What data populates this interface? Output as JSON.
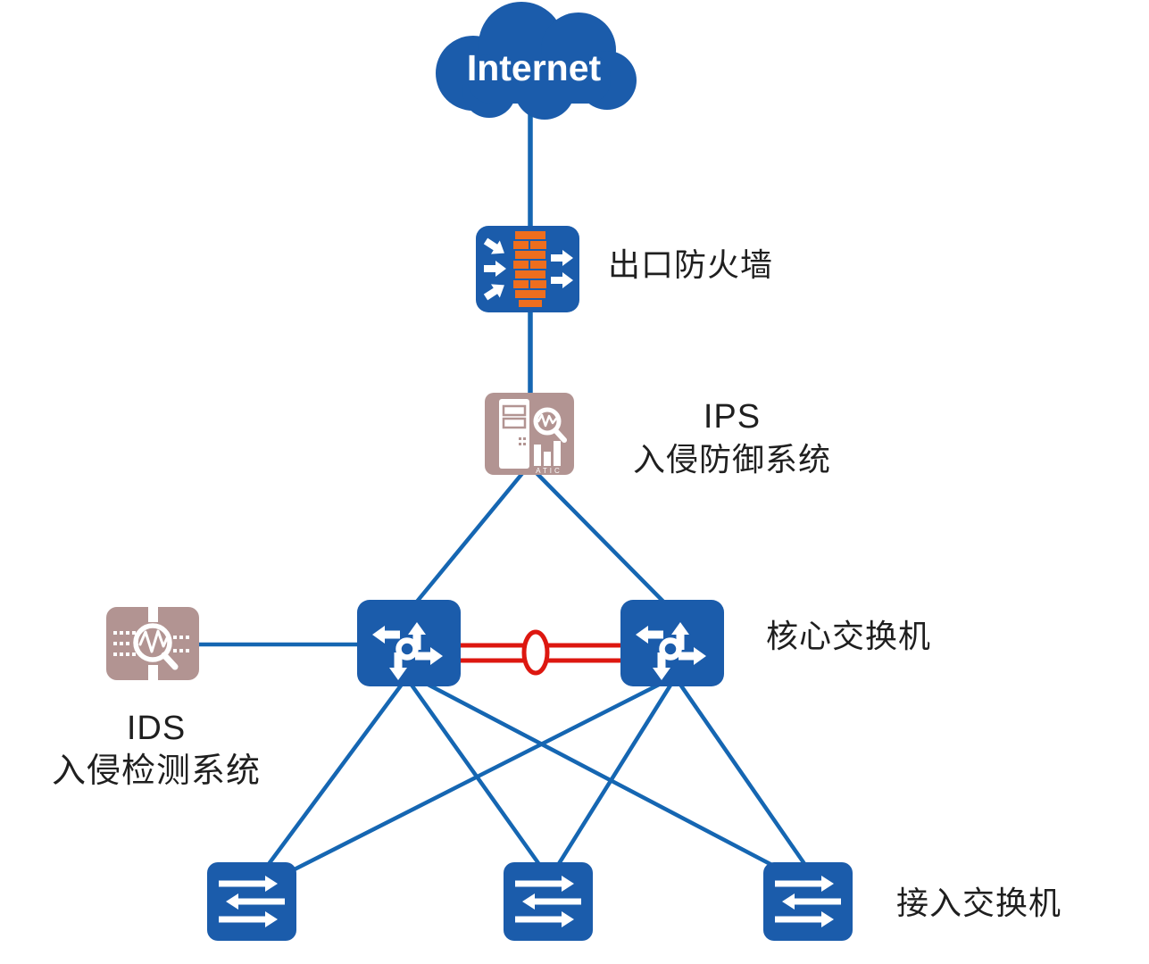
{
  "diagram": {
    "title_hint": "network security topology",
    "colors": {
      "node_blue": "#1b5cab",
      "line_blue": "#1566b2",
      "brick_orange": "#ee6e1e",
      "security_rose": "#b29492",
      "link_red": "#dd1710",
      "label_color": "#1f1f1f",
      "cloud_text": "#ffffff"
    },
    "nodes": {
      "internet": {
        "label": "Internet"
      },
      "firewall": {
        "label": "出口防火墙"
      },
      "ips": {
        "name": "IPS",
        "label": "入侵防御系统",
        "badge": "ATIC"
      },
      "ids": {
        "name": "IDS",
        "label": "入侵检测系统"
      },
      "core": {
        "label": "核心交换机"
      },
      "access": {
        "label": "接入交换机"
      }
    }
  }
}
